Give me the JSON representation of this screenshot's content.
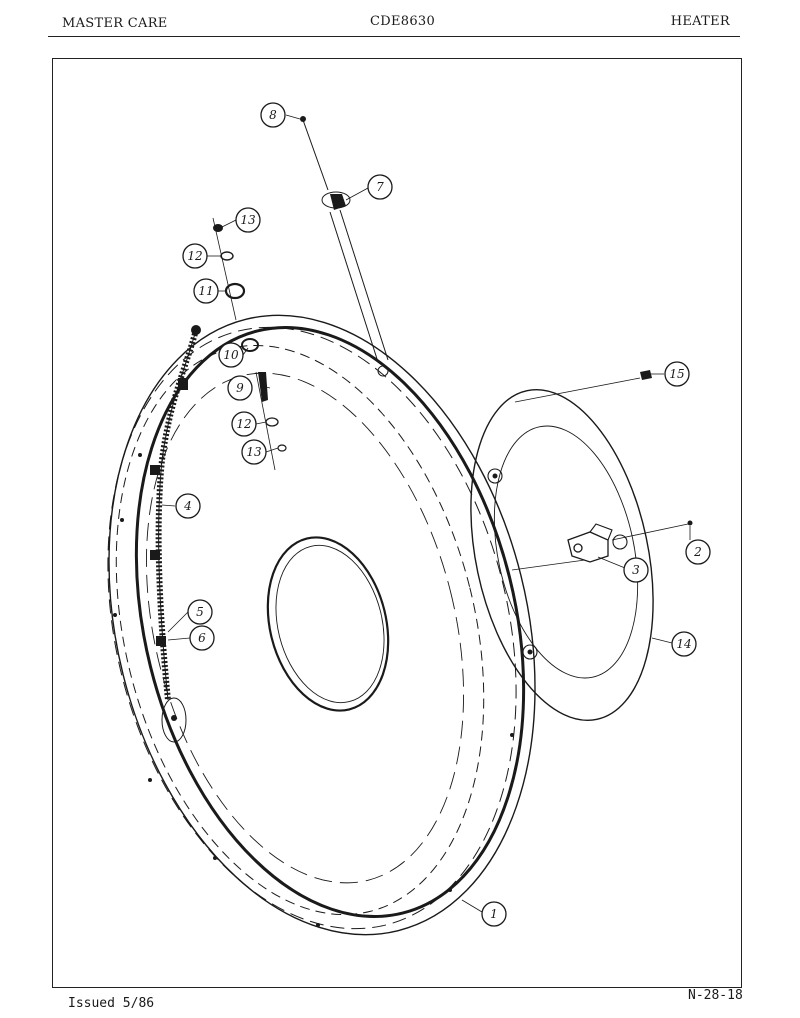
{
  "header": {
    "left": "MASTER CARE",
    "center": "CDE8630",
    "right": "HEATER"
  },
  "footer": {
    "issued": "Issued 5/86",
    "page_code": "N-28-18"
  },
  "callouts": {
    "c1": "1",
    "c2": "2",
    "c3": "3",
    "c4": "4",
    "c5": "5",
    "c6": "6",
    "c7": "7",
    "c8": "8",
    "c9": "9",
    "c10": "10",
    "c11": "11",
    "c12a": "12",
    "c12b": "12",
    "c13a": "13",
    "c13b": "13",
    "c14": "14",
    "c15": "15"
  }
}
